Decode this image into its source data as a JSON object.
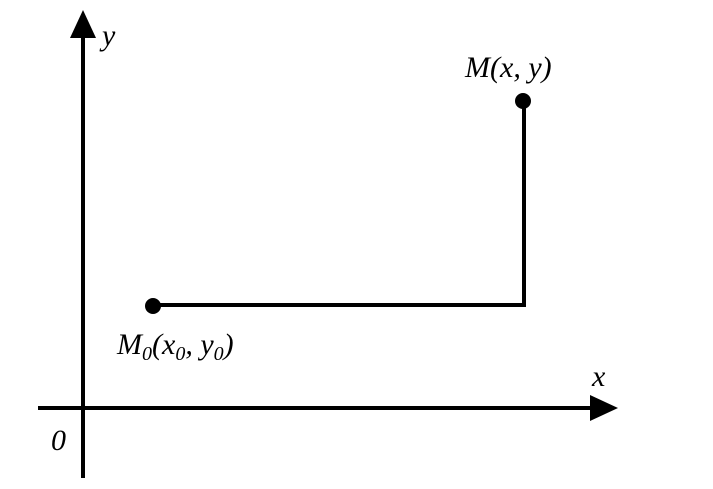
{
  "diagram": {
    "axis_labels": {
      "x": "x",
      "y": "y",
      "origin": "0"
    },
    "points": {
      "m": {
        "letter": "M",
        "open": "(",
        "x": "x",
        "sep": ", ",
        "y": "y",
        "close": ")"
      },
      "m0": {
        "letter": "M",
        "letter_sub": "0",
        "open": "(",
        "x": "x",
        "x_sub": "0",
        "sep": ", ",
        "y": "y",
        "y_sub": "0",
        "close": ")"
      }
    },
    "colors": {
      "stroke": "#000000",
      "background": "#ffffff"
    }
  }
}
